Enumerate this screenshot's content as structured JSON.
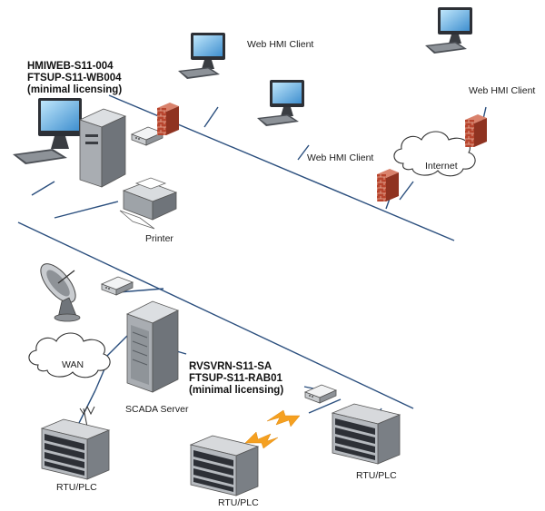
{
  "server_a": {
    "name_line1": "HMIWEB-S11-004",
    "name_line2": "FTSUP-S11-WB004",
    "name_line3": "(minimal licensing)"
  },
  "web_hmi_client_1": "Web HMI Client",
  "web_hmi_client_2": "Web HMI Client",
  "web_hmi_client_3": "Web HMI Client",
  "internet": "Internet",
  "printer": "Printer",
  "wan": "WAN",
  "scada_server": "SCADA Server",
  "server_b": {
    "name_line1": "RVSVRN-S11-SA",
    "name_line2": "FTSUP-S11-RAB01",
    "name_line3": "(minimal licensing)"
  },
  "rtu_plc_1": "RTU/PLC",
  "rtu_plc_2": "RTU/PLC",
  "rtu_plc_3": "RTU/PLC",
  "colors": {
    "network_line": "#2b4f7e",
    "firewall": "#b8452e",
    "arrow": "#f5a020",
    "device_gray": "#b9bcc0"
  }
}
